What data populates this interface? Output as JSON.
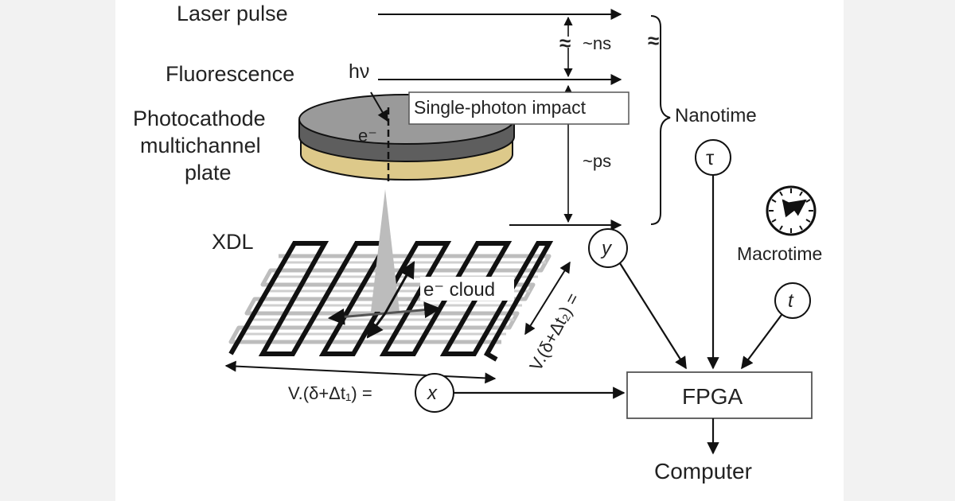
{
  "labels": {
    "laser_pulse": "Laser pulse",
    "fluorescence": "Fluorescence",
    "h_nu": "hν",
    "photocathode_line1": "Photocathode",
    "photocathode_line2": "multichannel",
    "photocathode_line3": "plate",
    "electron": "e⁻",
    "single_photon_impact": "Single-photon impact",
    "ns": "~ns",
    "ps": "~ps",
    "nanotime": "Nanotime",
    "macrotime": "Macrotime",
    "xdl": "XDL",
    "electron_cloud": "e⁻ cloud",
    "vy_formula": "V.(δ+Δt₂) =",
    "vx_formula": "V.(δ+Δt₁) =",
    "fpga": "FPGA",
    "computer": "Computer",
    "tau_symbol": "τ",
    "y_symbol": "y",
    "x_symbol": "x",
    "t_symbol": "t",
    "break_mark": "≈"
  },
  "colors": {
    "line": "#111111",
    "disc_top": "#9a9a9a",
    "disc_bottom": "#ddc98a",
    "grid_grey": "#bdbdbd",
    "cone": "#bcbcbc",
    "box_border": "#555555"
  },
  "icons": [
    "clock-icon"
  ]
}
